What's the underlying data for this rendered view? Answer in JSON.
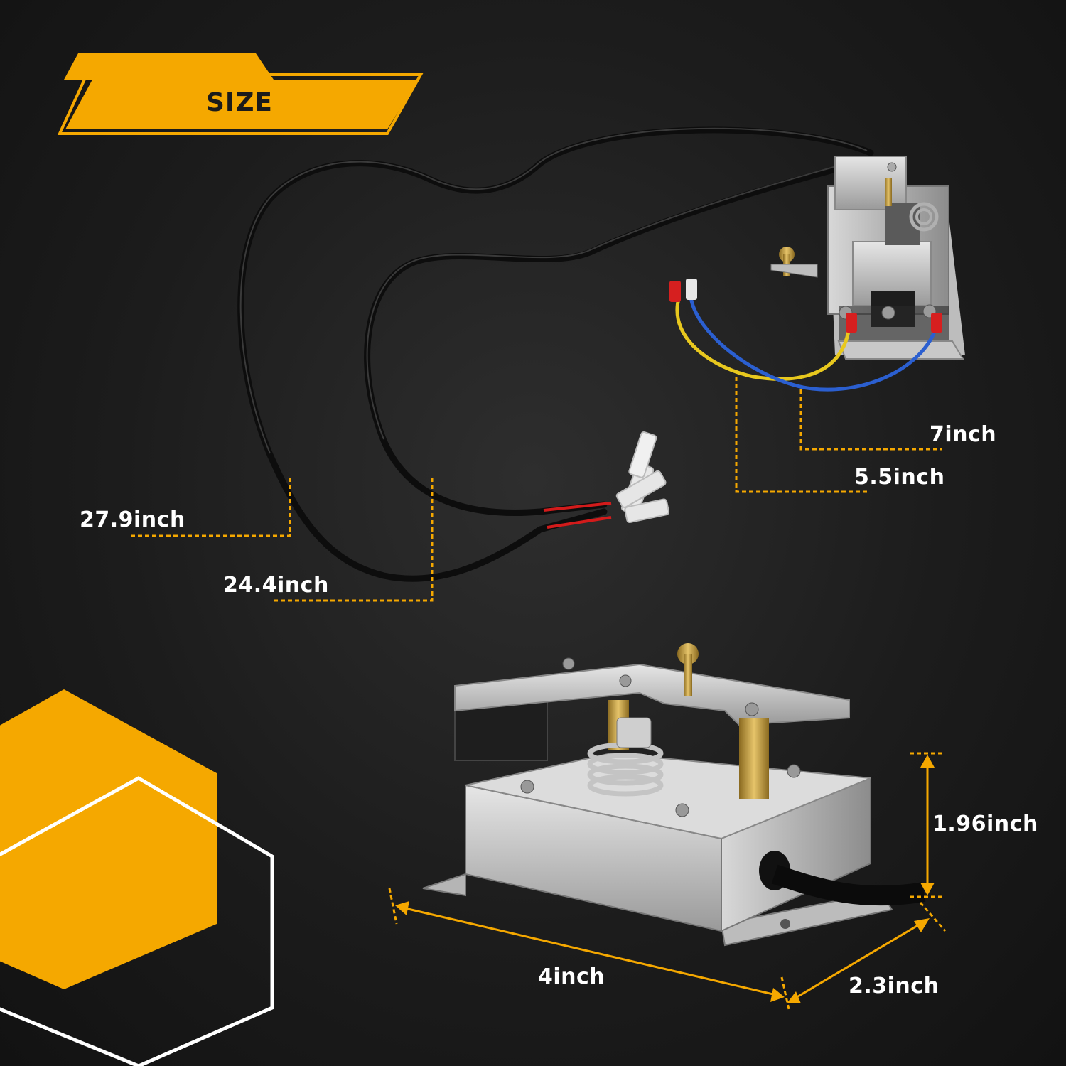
{
  "banner": {
    "title": "SIZE",
    "accent_color": "#f5a800"
  },
  "dimensions": {
    "cable_outer": "27.9inch",
    "cable_inner": "24.4inch",
    "wire_blue": "7inch",
    "wire_yellow": "5.5inch",
    "height": "1.96inch",
    "length": "4inch",
    "width": "2.3inch"
  }
}
